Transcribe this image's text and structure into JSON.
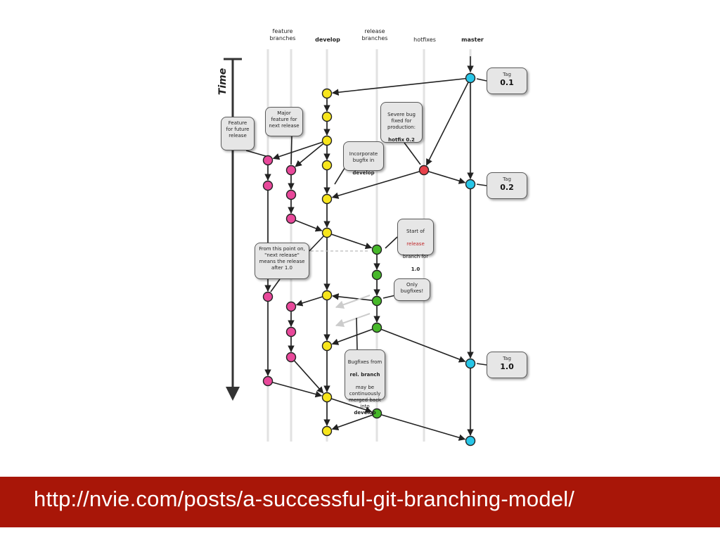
{
  "columns": {
    "feature": "feature\nbranches",
    "develop": "develop",
    "release": "release\nbranches",
    "hotfixes": "hotfixes",
    "master": "master"
  },
  "time_label": "Time",
  "callouts": {
    "feature_future": "Feature\nfor future\nrelease",
    "major_feature": "Major\nfeature for\nnext release",
    "severe_bug_l1": "Severe bug\nfixed for\nproduction:",
    "severe_bug_l2": "hotfix 0.2",
    "incorporate_l1": "Incorporate\nbugfix in",
    "incorporate_l2": "develop",
    "start_release_l1": "Start of",
    "start_release_l2": "release",
    "start_release_l3": "branch for",
    "start_release_l4": "1.0",
    "from_point": "From this point on,\n\"next release\"\nmeans the release\nafter 1.0",
    "only_bugfixes": "Only\nbugfixes!",
    "bugfixes_l1": "Bugfixes from",
    "bugfixes_l2": "rel. branch",
    "bugfixes_l3": "may be\ncontinuously\nmerged back\ninto",
    "bugfixes_l4": "develop"
  },
  "tags": [
    {
      "label": "Tag",
      "version": "0.1"
    },
    {
      "label": "Tag",
      "version": "0.2"
    },
    {
      "label": "Tag",
      "version": "1.0"
    }
  ],
  "colors": {
    "feature": "#e8489a",
    "develop": "#f7e51c",
    "release": "#47b82a",
    "hotfix": "#e8414a",
    "master": "#28c6e8",
    "footer": "#a81608"
  },
  "footer": {
    "url": "http://nvie.com/posts/a-successful-git-branching-model/"
  }
}
